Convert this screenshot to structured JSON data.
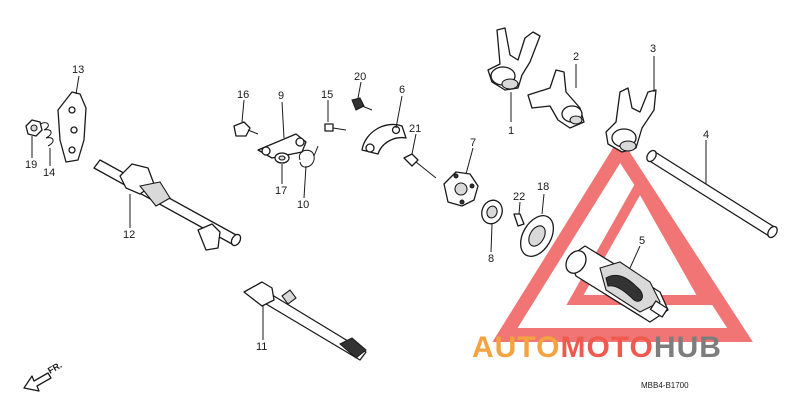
{
  "diagram": {
    "callouts": [
      "1",
      "2",
      "3",
      "4",
      "5",
      "6",
      "7",
      "8",
      "9",
      "10",
      "11",
      "12",
      "13",
      "14",
      "15",
      "16",
      "17",
      "18",
      "19",
      "20",
      "21",
      "22"
    ],
    "direction_label": "FR.",
    "diagram_code": "MBB4-B1700"
  },
  "watermark": {
    "part1": "AUTO",
    "part2": "MOTO",
    "part3": "HUB",
    "colors": {
      "auto": "#f4a340",
      "moto": "#ef5a4e",
      "hub": "#7d7d7d",
      "triangle": "#ee4848"
    }
  }
}
